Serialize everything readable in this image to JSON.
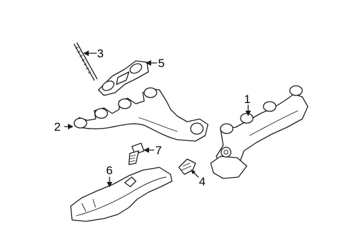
{
  "callouts": [
    {
      "id": "1",
      "text": "1"
    },
    {
      "id": "2",
      "text": "2"
    },
    {
      "id": "3",
      "text": "3"
    },
    {
      "id": "4",
      "text": "4"
    },
    {
      "id": "5",
      "text": "5"
    },
    {
      "id": "6",
      "text": "6"
    },
    {
      "id": "7",
      "text": "7"
    }
  ],
  "parts": [
    {
      "id": "1",
      "icon": "right-exhaust-manifold"
    },
    {
      "id": "2",
      "icon": "left-exhaust-manifold"
    },
    {
      "id": "3",
      "icon": "manifold-stud"
    },
    {
      "id": "4",
      "icon": "heat-shield-clip"
    },
    {
      "id": "5",
      "icon": "manifold-gasket"
    },
    {
      "id": "6",
      "icon": "heat-shield"
    },
    {
      "id": "7",
      "icon": "manifold-bolt"
    }
  ]
}
